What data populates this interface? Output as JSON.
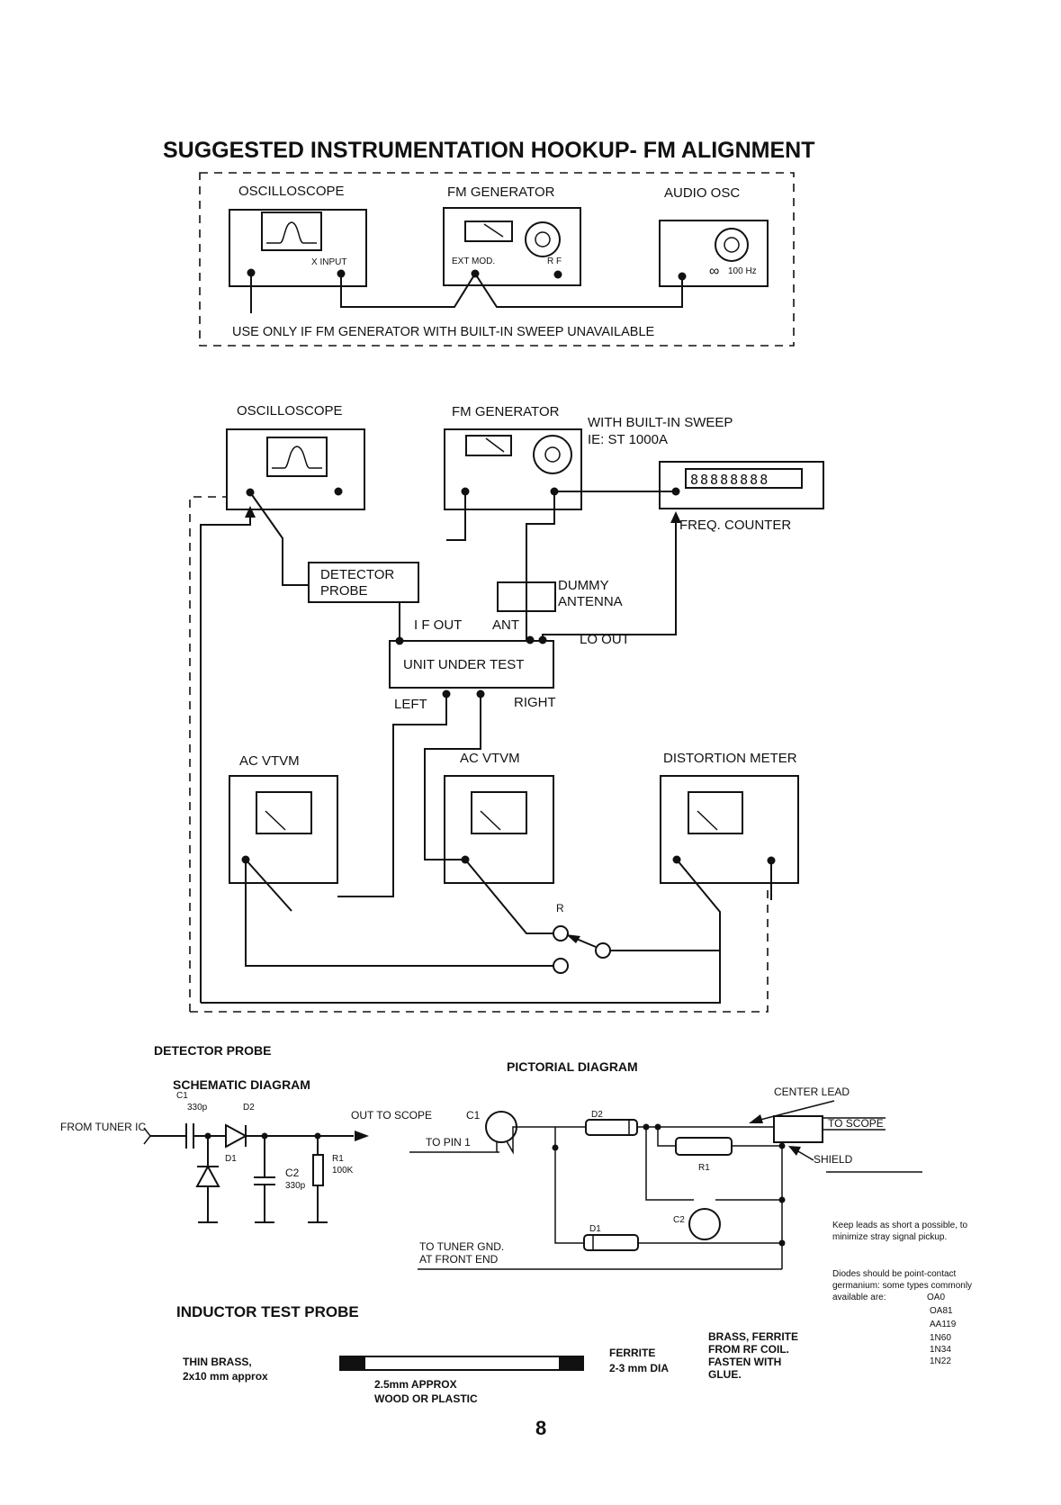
{
  "title": "SUGGESTED INSTRUMENTATION HOOKUP- FM ALIGNMENT",
  "top_panel": {
    "oscilloscope": "OSCILLOSCOPE",
    "fm_generator": "FM GENERATOR",
    "audio_osc": "AUDIO OSC",
    "x_input": "X INPUT",
    "ext_mod": "EXT MOD.",
    "rf": "R F",
    "hz": "100 Hz",
    "note": "USE ONLY IF FM GENERATOR WITH BUILT-IN SWEEP UNAVAILABLE"
  },
  "main": {
    "oscilloscope": "OSCILLOSCOPE",
    "fm_generator": "FM GENERATOR",
    "sweep1": "WITH BUILT-IN SWEEP",
    "sweep2": "IE: ST 1000A",
    "counter_display": "88888888",
    "freq_counter": "FREQ. COUNTER",
    "detector_probe1": "DETECTOR",
    "detector_probe2": "PROBE",
    "dummy1": "DUMMY",
    "dummy2": "ANTENNA",
    "if_out": "I F OUT",
    "ant": "ANT",
    "lo_out": "LO OUT",
    "unit_under_test": "UNIT UNDER TEST",
    "left": "LEFT",
    "right": "RIGHT",
    "ac_vtvm_left": "AC VTVM",
    "ac_vtvm_right": "AC VTVM",
    "distortion_meter": "DISTORTION METER",
    "r": "R"
  },
  "detector_probe": {
    "heading": "DETECTOR PROBE",
    "schematic": "SCHEMATIC DIAGRAM",
    "c1": "C1",
    "c1_val": "330p",
    "d2": "D2",
    "d1": "D1",
    "from_tuner": "FROM TUNER IC",
    "out_to_scope": "OUT TO SCOPE",
    "c2": "C2",
    "c2_val": "330p",
    "r1": "R1",
    "r1_val": "100K"
  },
  "pictorial": {
    "heading": "PICTORIAL DIAGRAM",
    "c1": "C1",
    "to_pin1": "TO PIN 1",
    "d2": "D2",
    "center_lead": "CENTER LEAD",
    "to_scope": "TO SCOPE",
    "shield": "SHIELD",
    "r1": "R1",
    "c2": "C2",
    "d1": "D1",
    "gnd1": "TO TUNER GND.",
    "gnd2": "AT FRONT END"
  },
  "notes": {
    "keep1": "Keep leads as short a possible, to",
    "keep2": "minimize stray signal pickup.",
    "diodes1": "Diodes should be point-contact",
    "diodes2": "germanium: some types commonly",
    "diodes3": "available are:",
    "types": [
      "OA0",
      "OA81",
      "AA119",
      "1N60",
      "1N34",
      "1N22"
    ]
  },
  "inductor": {
    "heading": "INDUCTOR TEST PROBE",
    "brass1": "THIN BRASS,",
    "brass2": "2x10 mm approx",
    "wood1": "2.5mm APPROX",
    "wood2": "WOOD OR PLASTIC",
    "ferrite1": "FERRITE",
    "ferrite2": "2-3 mm DIA",
    "fasten1": "BRASS, FERRITE",
    "fasten2": "FROM RF COIL.",
    "fasten3": "FASTEN WITH",
    "fasten4": "GLUE."
  },
  "page_number": "8"
}
